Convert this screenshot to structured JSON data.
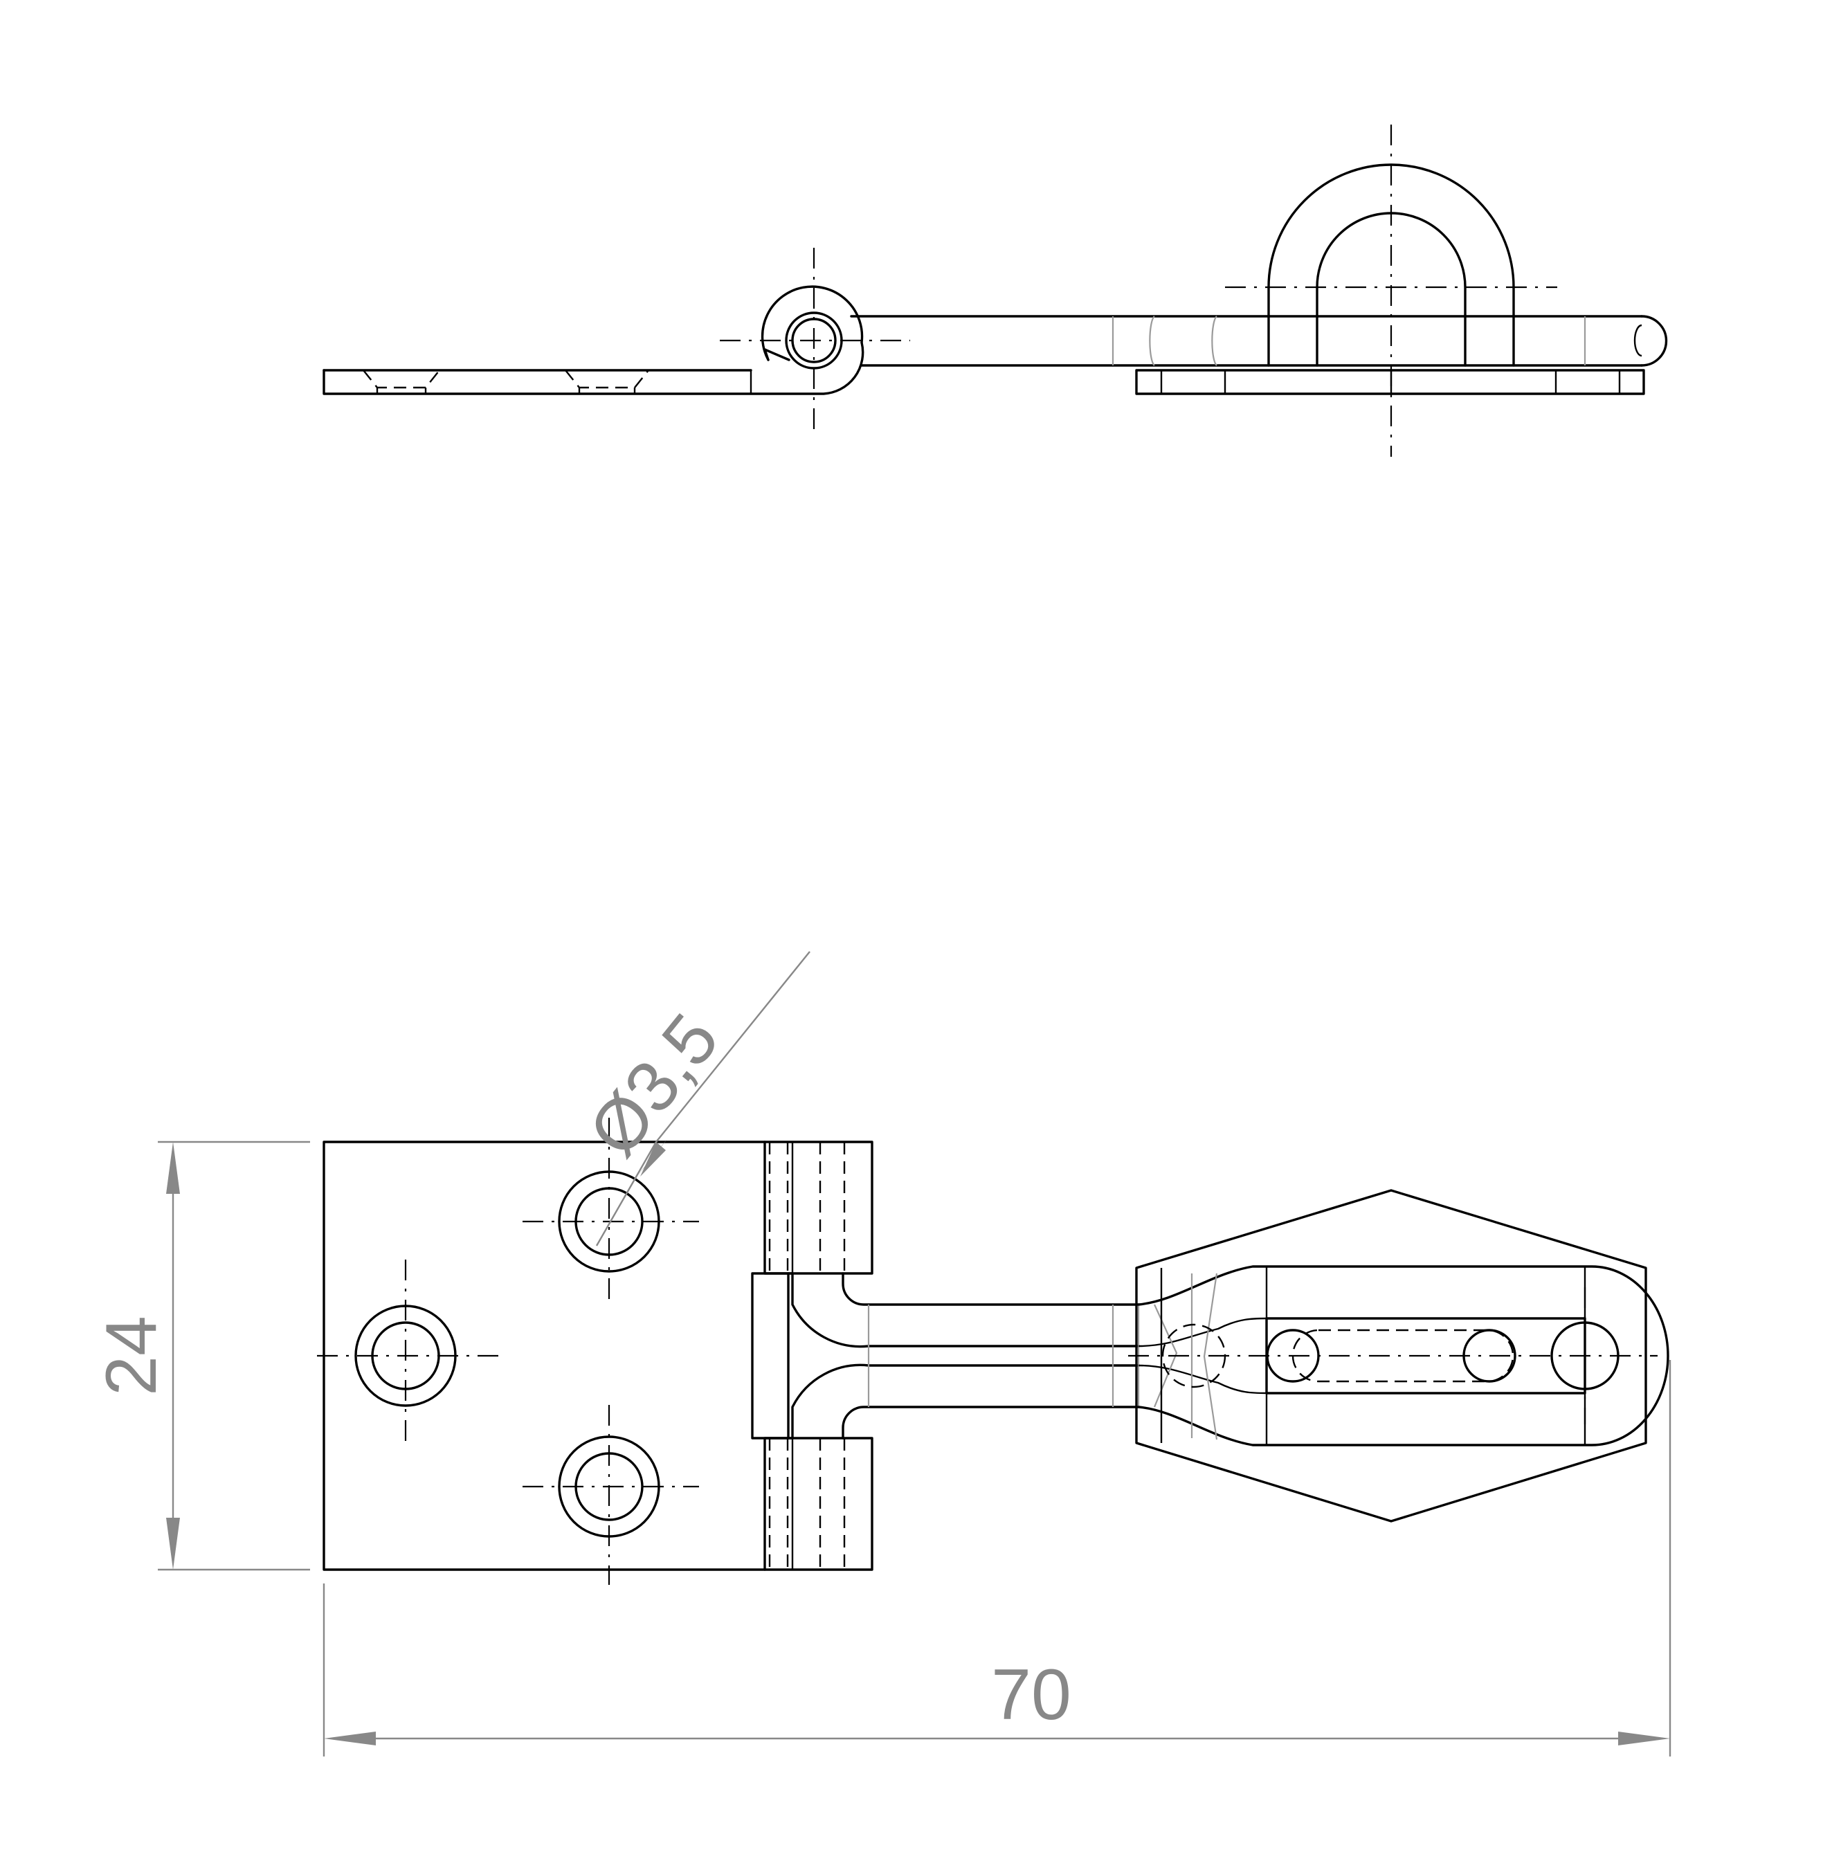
{
  "dimensions": {
    "height_label": "24",
    "width_label": "70",
    "hole_diameter_label": "Ø3,5"
  },
  "colors": {
    "line": "#000000",
    "dimension": "#888888",
    "background": "#ffffff"
  }
}
